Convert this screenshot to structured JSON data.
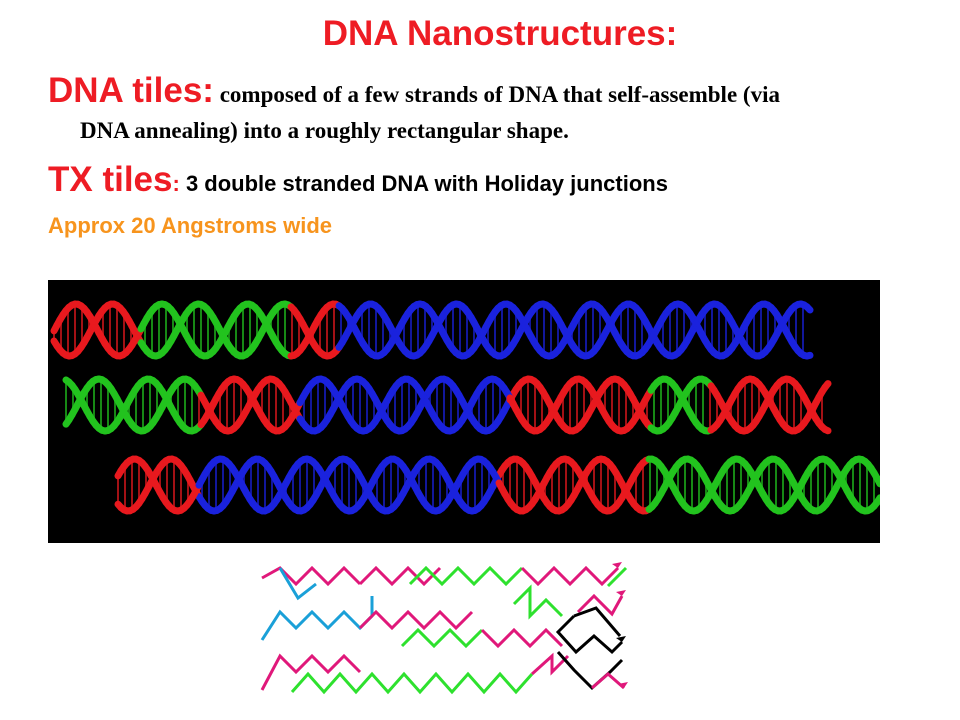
{
  "slide": {
    "title": "DNA Nanostructures:",
    "dna_tiles": {
      "heading": "DNA tiles:",
      "text_line1": "composed of a few strands of DNA that self-assemble (via",
      "text_line2": "DNA annealing) into a roughly rectangular shape."
    },
    "tx_tiles": {
      "heading": "TX tiles",
      "colon": ":",
      "text": "3 double stranded DNA with Holiday junctions"
    },
    "width_note": "Approx 20 Angstroms wide"
  },
  "colors": {
    "title_red": "#ee1c24",
    "note_orange": "#f7941d",
    "strand_red": "#e8191e",
    "strand_green": "#22c31e",
    "strand_blue": "#1a22dd",
    "diagram_magenta": "#e0187a",
    "diagram_green": "#2ee12e",
    "diagram_cyan": "#1aa0d8",
    "diagram_black": "#000000"
  }
}
